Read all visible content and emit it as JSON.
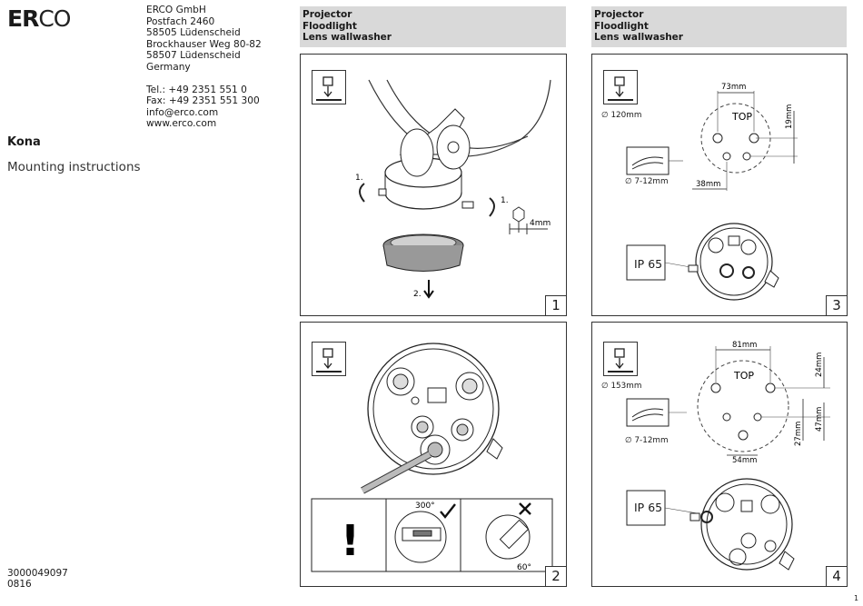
{
  "brand": {
    "logo_bold": "ER",
    "logo_light": "CO"
  },
  "address": {
    "lines": "ERCO GmbH\nPostfach 2460\n58505 Lüdenscheid\nBrockhauser Weg 80-82\n58507 Lüdenscheid\nGermany\n\nTel.: +49 2351 551 0\nFax: +49 2351 551 300\ninfo@erco.com\nwww.erco.com"
  },
  "product": {
    "title": "Kona",
    "subtitle": "Mounting instructions"
  },
  "document": {
    "number_date": "3000049097\n0816",
    "page": "1"
  },
  "headers": {
    "left": "Projector\nFloodlight\nLens wallwasher",
    "right": "Projector\nFloodlight\nLens wallwasher"
  },
  "panels": {
    "p1": {
      "number": "1",
      "label_step1a": "1.",
      "label_step1b": "1.",
      "label_step2": "2.",
      "dim_hex": "4mm"
    },
    "p2": {
      "number": "2",
      "angle_ok": "300°",
      "angle_bad": "60°",
      "warning": "!"
    },
    "p3": {
      "number": "3",
      "diameter": "∅ 120mm",
      "cable": "∅ 7-12mm",
      "dim_width": "73mm",
      "dim_height": "19mm",
      "dim_offset": "38mm",
      "top": "TOP",
      "ip": "IP 65"
    },
    "p4": {
      "number": "4",
      "diameter": "∅ 153mm",
      "cable": "∅ 7-12mm",
      "dim_width": "81mm",
      "dim_h1": "24mm",
      "dim_h2": "47mm",
      "dim_h3": "27mm",
      "dim_offset": "54mm",
      "top": "TOP",
      "ip": "IP 65"
    }
  }
}
